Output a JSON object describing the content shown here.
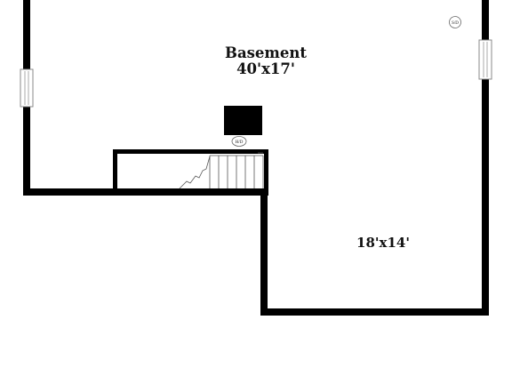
{
  "plan": {
    "room_name": "Basement",
    "room_dim_main": "40'x17'",
    "room_dim_extension": "18'x14'",
    "smoke_detector_label": "S/D",
    "hvac_label": "H/D"
  },
  "colors": {
    "wall": "#000000",
    "background": "#ffffff",
    "stair_lines": "#555555"
  }
}
